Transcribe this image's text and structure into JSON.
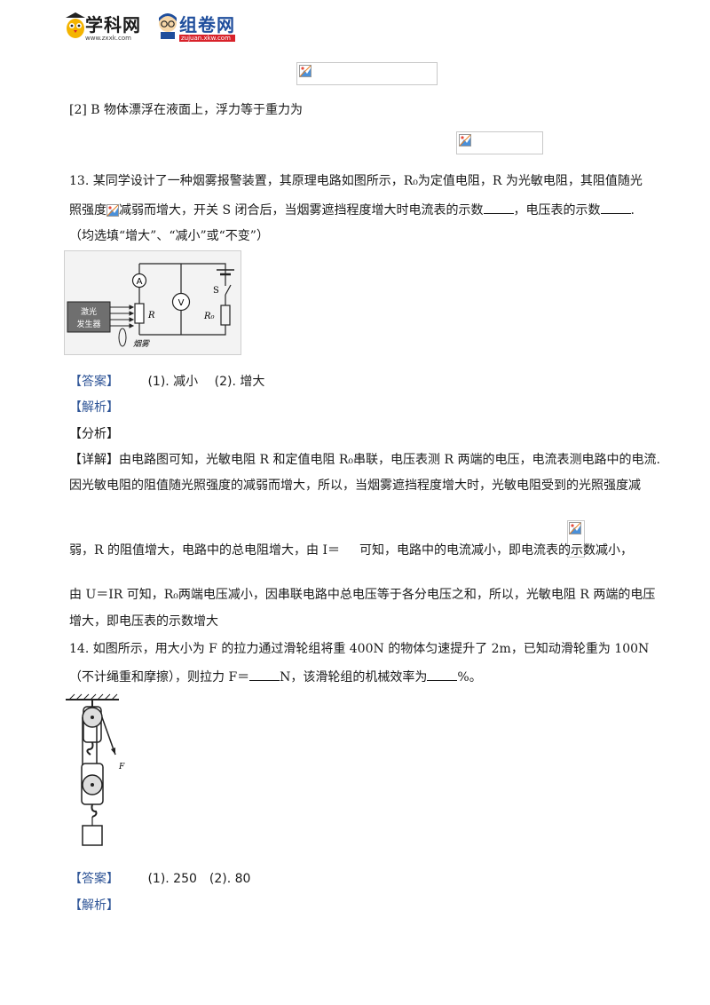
{
  "header": {
    "logo1_text": "学科网",
    "logo1_url": "www.zxxk.com",
    "logo2_text": "组卷网",
    "logo2_url": "zujuan.xkw.com"
  },
  "prev": {
    "line_b": "[2] B 物体漂浮在液面上，浮力等于重力为"
  },
  "q13": {
    "line1": "13. 某同学设计了一种烟雾报警装置，其原理电路如图所示，R₀为定值电阻，R 为光敏电阻，其阻值随光",
    "line2_a": "照强度",
    "line2_b": "减弱而增大，开关 S 闭合后，当烟雾遮挡程度增大时电流表的示数",
    "line2_c": "，电压表的示数",
    "line2_d": ".",
    "line3": "（均选填“增大”、“减小”或“不变”）",
    "circuit": {
      "ammeter": "A",
      "voltmeter": "V",
      "switch": "S",
      "resistor_r": "R",
      "resistor_r0": "R₀",
      "laser": "激光\n发生器",
      "smoke": "烟雾"
    },
    "answer_tag": "【答案】",
    "answer": "(1). 减小　 (2). 增大",
    "jiexi": "【解析】",
    "fenxi": "【分析】",
    "detail1": "【详解】由电路图可知，光敏电阻 R 和定值电阻 R₀串联，电压表测 R 两端的电压，电流表测电路中的电流.",
    "detail2": "因光敏电阻的阻值随光照强度的减弱而增大，所以，当烟雾遮挡程度增大时，光敏电阻受到的光照强度减",
    "detail3_a": "弱，R 的阻值增大，电路中的总电阻增大，由 I＝",
    "detail3_b": "可知，电路中的电流减小，即电流表的示数减小，",
    "detail4": "由 U＝IR 可知，R₀两端电压减小，因串联电路中总电压等于各分电压之和，所以，光敏电阻 R 两端的电压",
    "detail5": "增大，即电压表的示数增大"
  },
  "q14": {
    "line1": "14. 如图所示，用大小为 F 的拉力通过滑轮组将重 400N 的物体匀速提升了 2m，已知动滑轮重为 100N",
    "line2_a": "（不计绳重和摩擦），则拉力 F＝",
    "line2_b": "N，该滑轮组的机械效率为",
    "line2_c": "%。",
    "force_label": "F",
    "answer_tag": "【答案】",
    "answer": "(1). 250　(2). 80",
    "jiexi": "【解析】"
  },
  "colors": {
    "answer_tag": "#2f5597",
    "logo_blue": "#1f4e9c",
    "logo_red": "#d8222a"
  }
}
